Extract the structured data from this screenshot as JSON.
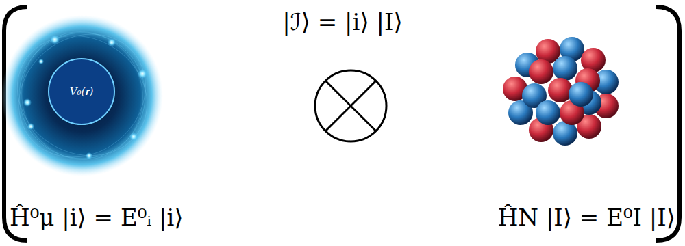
{
  "diagram": {
    "nodes": [
      {
        "text": [
          "V₀(𝐫)"
        ]
      }
    ],
    "labels": [
      "|ℐ⟩ = |i⟩ |I⟩",
      "Ĥ⁰μ |i⟩ = E⁰ᵢ |i⟩",
      "ĤN |I⟩ = E⁰I |I⟩"
    ]
  }
}
